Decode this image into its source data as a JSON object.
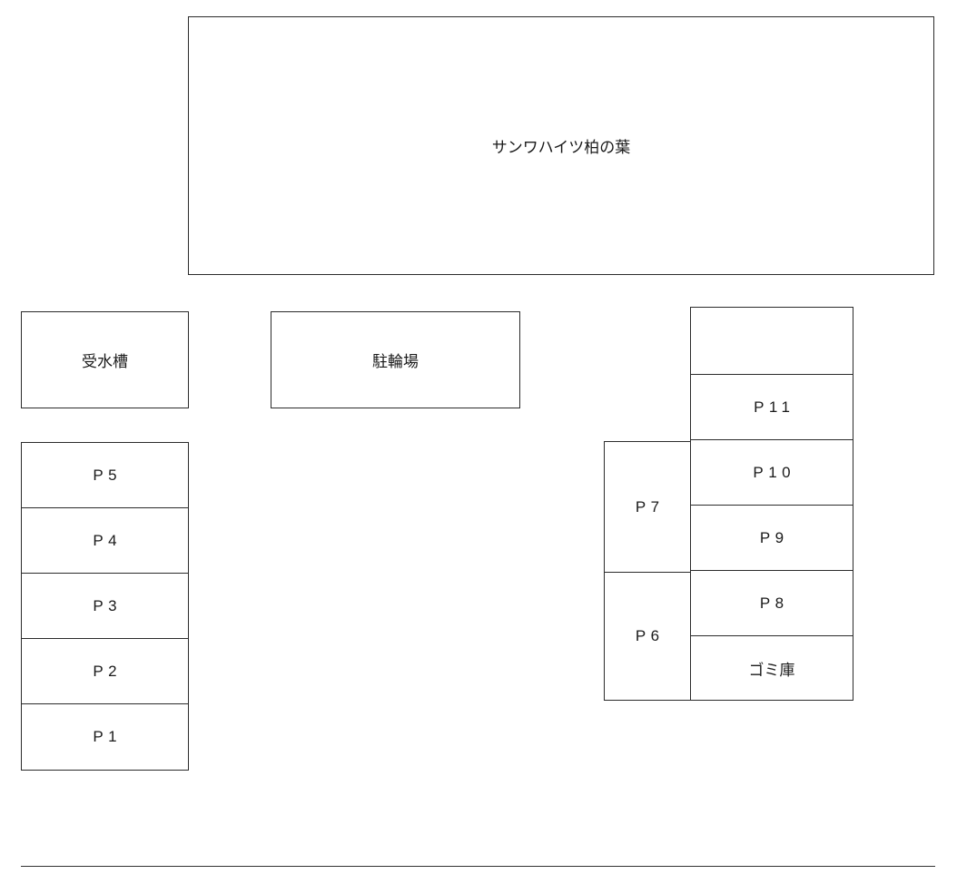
{
  "plan": {
    "building": {
      "label": "サンワハイツ柏の葉"
    },
    "water_tank": {
      "label": "受水槽"
    },
    "bicycle_parking": {
      "label": "駐輪場"
    },
    "left_parking_spaces": [
      {
        "label": "P5"
      },
      {
        "label": "P4"
      },
      {
        "label": "P3"
      },
      {
        "label": "P2"
      },
      {
        "label": "P1"
      }
    ],
    "right_column_cells": [
      {
        "label": ""
      },
      {
        "label": "P11"
      },
      {
        "label": "P10"
      },
      {
        "label": "P9"
      },
      {
        "label": "P8"
      },
      {
        "label": "ゴミ庫"
      }
    ],
    "side_spaces": [
      {
        "label": "P7"
      },
      {
        "label": "P6"
      }
    ],
    "colors": {
      "background": "#ffffff",
      "border": "#2b2b2b",
      "text": "#1a1a1a"
    }
  }
}
